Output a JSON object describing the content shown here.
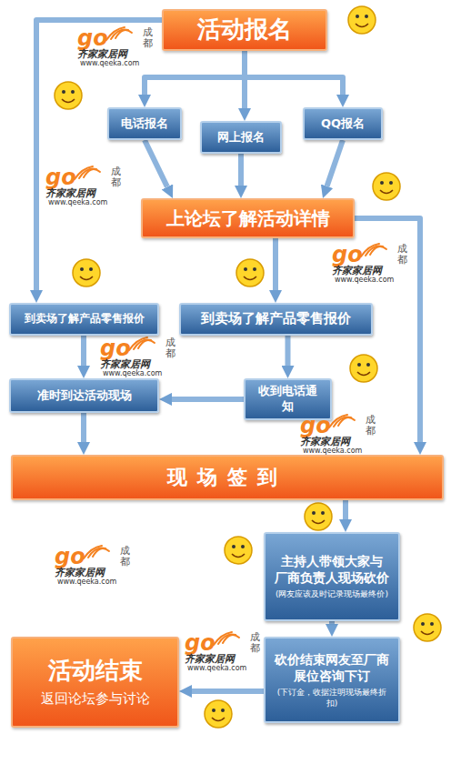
{
  "diagram": {
    "nodes": [
      {
        "text": [
          "活动报名"
        ]
      },
      {
        "text": [
          "电话报名"
        ]
      },
      {
        "text": [
          "网上报名"
        ]
      },
      {
        "text": [
          "QQ报名"
        ]
      },
      {
        "text": [
          "上论坛了解活动详情"
        ]
      },
      {
        "text": [
          "到卖场了解产品零售报价"
        ]
      },
      {
        "text": [
          "到卖场了解产品零售报价"
        ]
      },
      {
        "text": [
          "准时到达活动现场"
        ]
      },
      {
        "text": [
          "收到电话通知"
        ]
      },
      {
        "text": [
          "现场签到"
        ]
      },
      {
        "text": [
          "主持人带领大家与 厂商负责人现场砍价",
          "(网友应该及时记录现场最终价)"
        ]
      },
      {
        "text": [
          "活动结束",
          "返回论坛参与讨论"
        ]
      },
      {
        "text": [
          "砍价结束网友至厂商 展位咨询下订",
          "(下订金，收据注明现场最终折扣)"
        ]
      }
    ],
    "edges": [
      {
        "from": 0,
        "to": 1,
        "arrow": "to"
      },
      {
        "from": 0,
        "to": 2,
        "arrow": "to"
      },
      {
        "from": 0,
        "to": 3,
        "arrow": "to"
      },
      {
        "from": 0,
        "to": 5,
        "arrow": "to"
      },
      {
        "from": 1,
        "to": 4,
        "arrow": "to"
      },
      {
        "from": 2,
        "to": 4,
        "arrow": "to"
      },
      {
        "from": 3,
        "to": 4,
        "arrow": "to"
      },
      {
        "from": 4,
        "to": 6,
        "arrow": "to"
      },
      {
        "from": 4,
        "to": 9,
        "arrow": "to"
      },
      {
        "from": 5,
        "to": 7,
        "arrow": "to"
      },
      {
        "from": 6,
        "to": 8,
        "arrow": "to"
      },
      {
        "from": 8,
        "to": 7,
        "arrow": "to"
      },
      {
        "from": 7,
        "to": 9,
        "arrow": "to"
      },
      {
        "from": 9,
        "to": 10,
        "arrow": "to"
      },
      {
        "from": 10,
        "to": 12,
        "arrow": "to"
      },
      {
        "from": 12,
        "to": 11,
        "arrow": "to"
      }
    ],
    "labels": [
      "go",
      "齐家家居网",
      "www.qeeka.com",
      "成都",
      "go",
      "齐家家居网",
      "www.qeeka.com",
      "成都",
      "go",
      "齐家家居网",
      "www.qeeka.com",
      "成都",
      "go",
      "齐家家居网",
      "www.qeeka.com",
      "成都",
      "go",
      "齐家家居网",
      "www.qeeka.com",
      "成都",
      "go",
      "齐家家居网",
      "www.qeeka.com",
      "成都",
      "go",
      "齐家家居网",
      "www.qeeka.com",
      "成都"
    ]
  }
}
